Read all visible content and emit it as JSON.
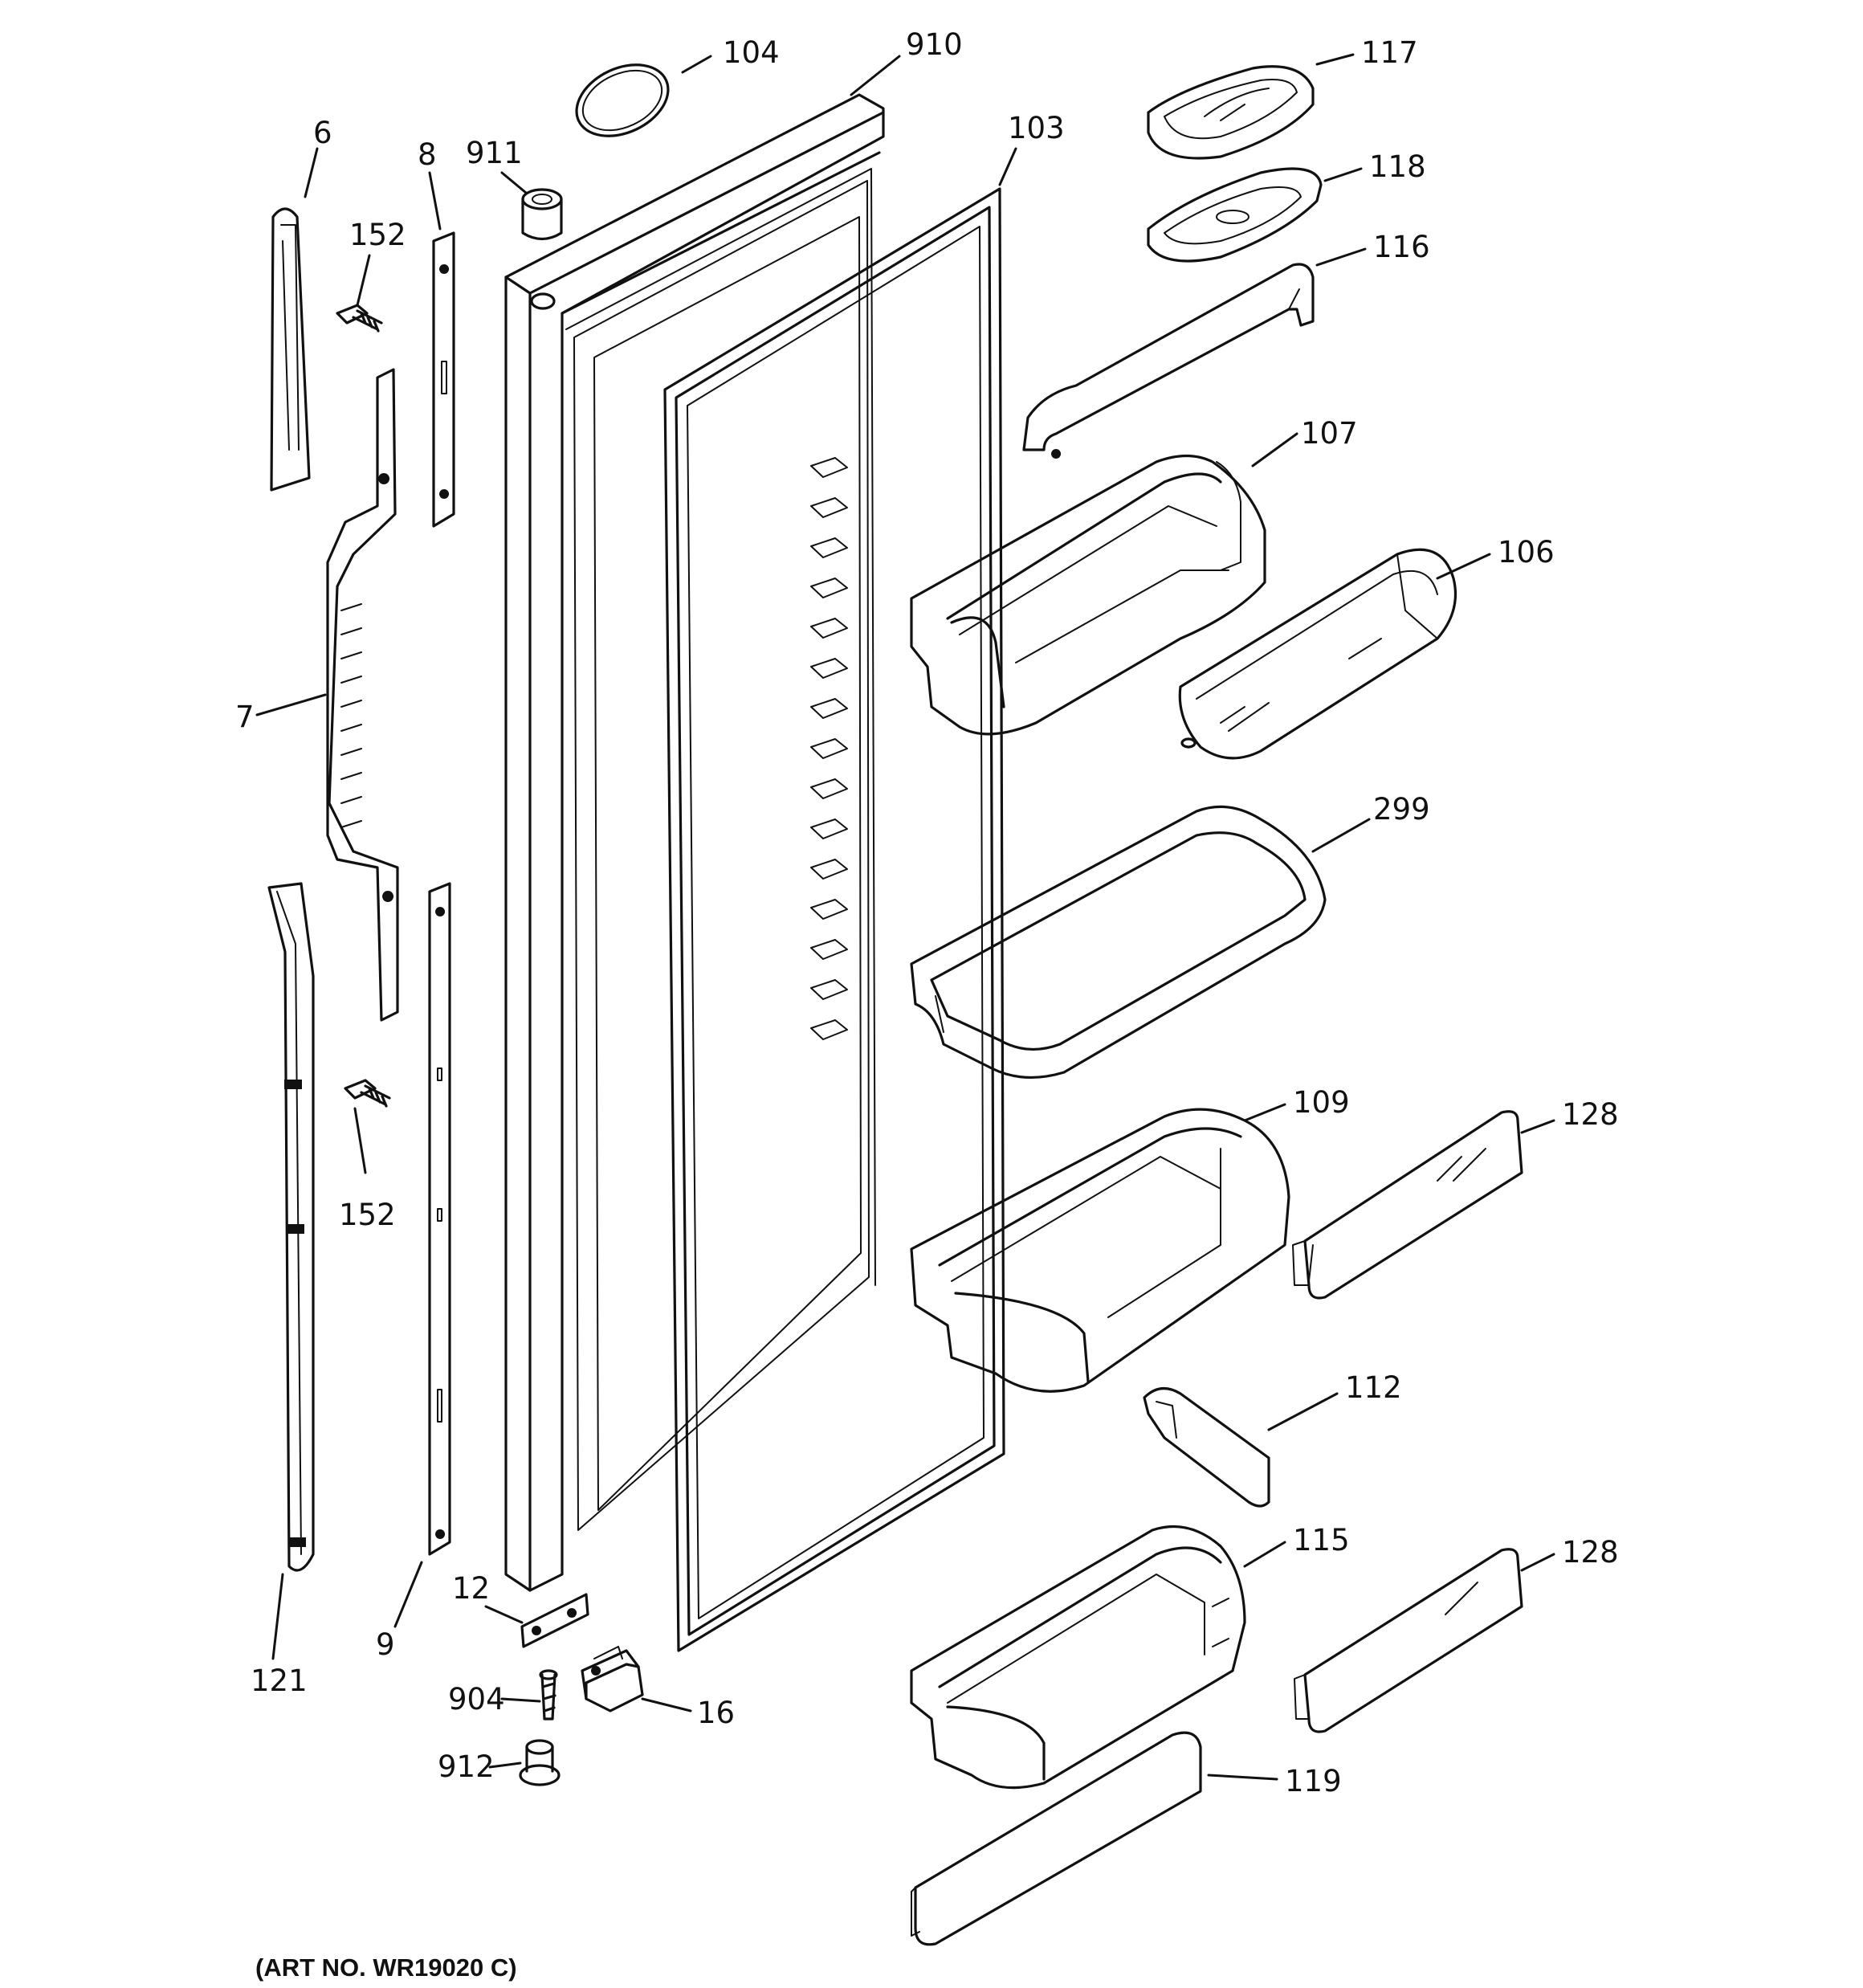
{
  "art_number": "(ART NO. WR19020 C)",
  "callouts": [
    {
      "id": "6",
      "text": "6"
    },
    {
      "id": "152a",
      "text": "152"
    },
    {
      "id": "8",
      "text": "8"
    },
    {
      "id": "911",
      "text": "911"
    },
    {
      "id": "104",
      "text": "104"
    },
    {
      "id": "910",
      "text": "910"
    },
    {
      "id": "103",
      "text": "103"
    },
    {
      "id": "117",
      "text": "117"
    },
    {
      "id": "118",
      "text": "118"
    },
    {
      "id": "116",
      "text": "116"
    },
    {
      "id": "107",
      "text": "107"
    },
    {
      "id": "106",
      "text": "106"
    },
    {
      "id": "7",
      "text": "7"
    },
    {
      "id": "299",
      "text": "299"
    },
    {
      "id": "109",
      "text": "109"
    },
    {
      "id": "128a",
      "text": "128"
    },
    {
      "id": "152b",
      "text": "152"
    },
    {
      "id": "112",
      "text": "112"
    },
    {
      "id": "115",
      "text": "115"
    },
    {
      "id": "128b",
      "text": "128"
    },
    {
      "id": "12",
      "text": "12"
    },
    {
      "id": "9",
      "text": "9"
    },
    {
      "id": "121",
      "text": "121"
    },
    {
      "id": "904",
      "text": "904"
    },
    {
      "id": "16",
      "text": "16"
    },
    {
      "id": "912",
      "text": "912"
    },
    {
      "id": "119",
      "text": "119"
    }
  ]
}
